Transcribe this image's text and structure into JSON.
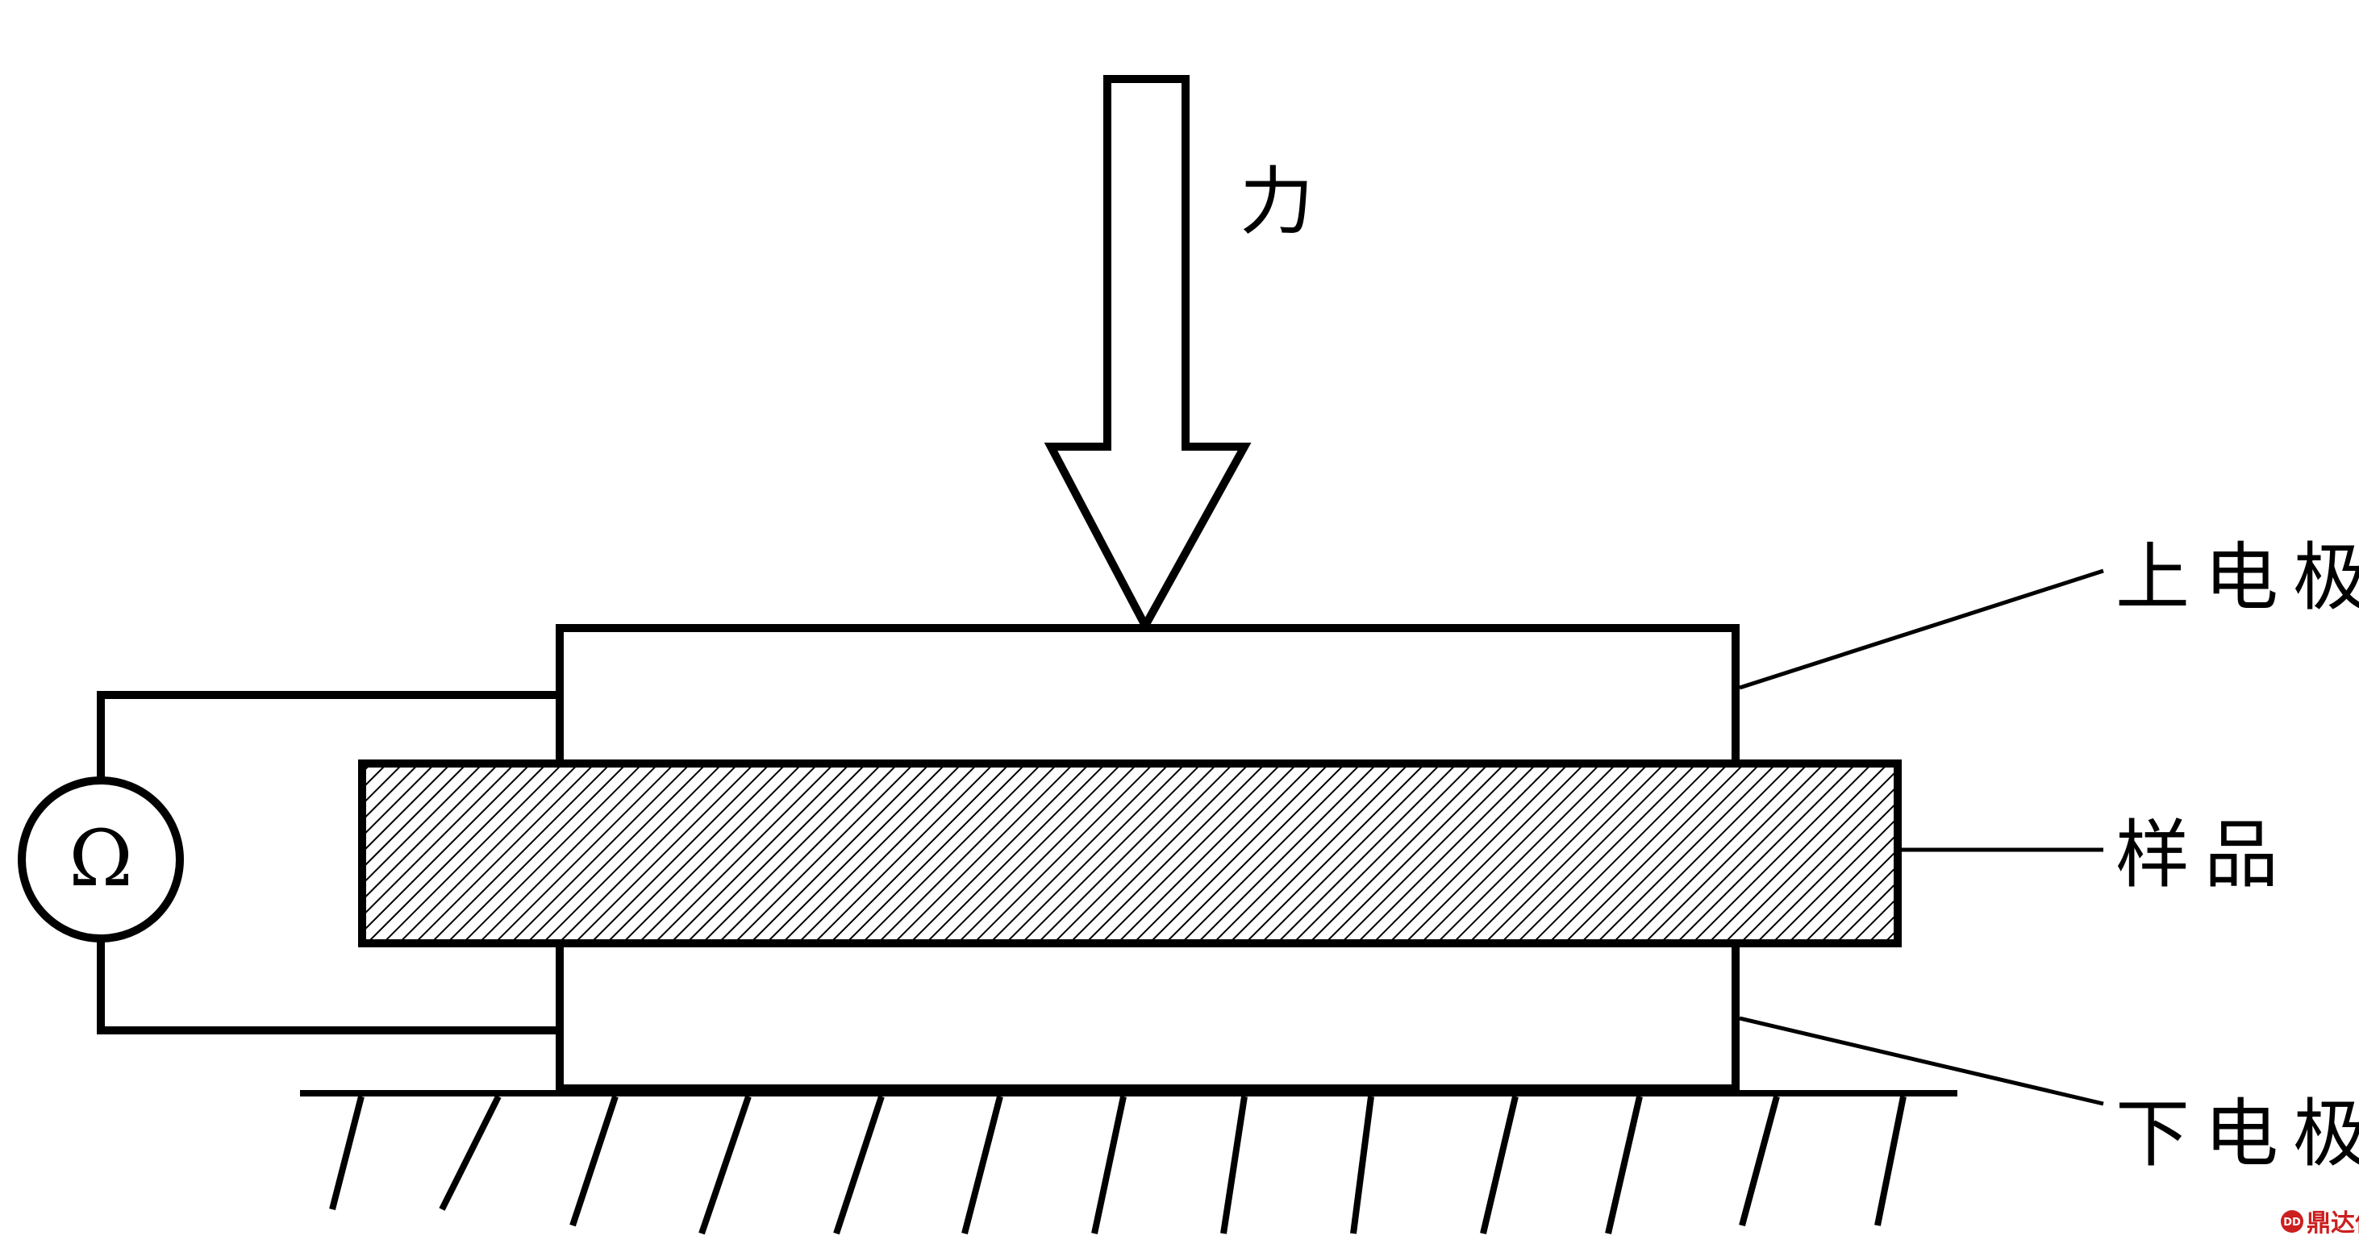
{
  "labels": {
    "force": "力",
    "upper_electrode": "上电极",
    "sample": "样品",
    "lower_electrode": "下电极",
    "ohmmeter_symbol": "Ω"
  },
  "watermark": {
    "text": "鼎达信",
    "badge": "DD"
  },
  "colors": {
    "stroke": "#000000",
    "background": "#ffffff",
    "watermark": "#cc1f1f"
  }
}
